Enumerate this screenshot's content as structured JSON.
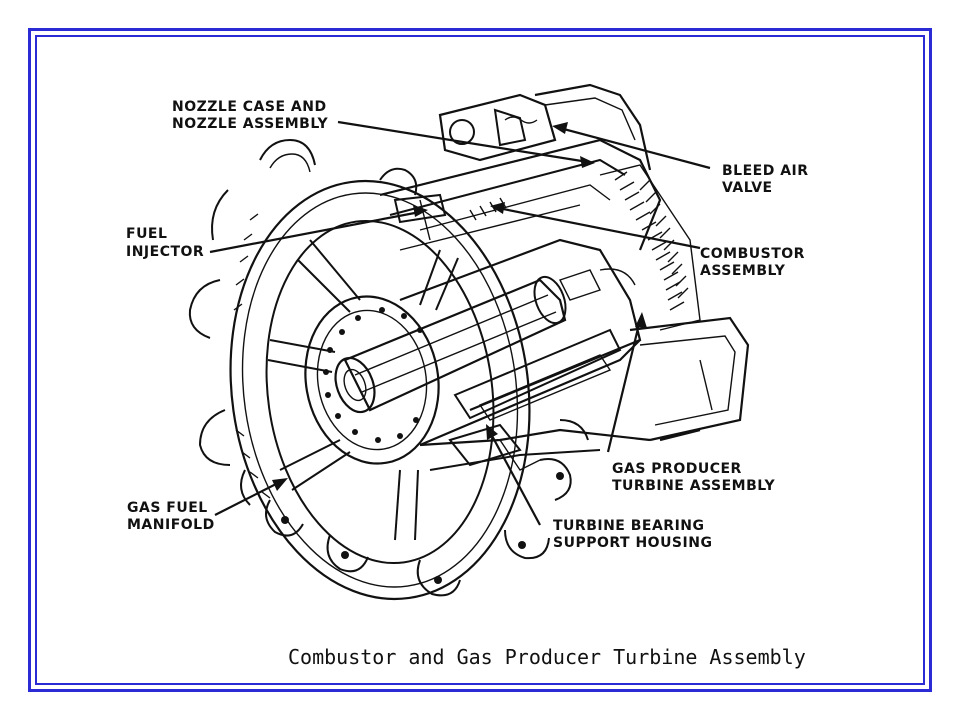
{
  "labels": {
    "nozzle_case_1": "NOZZLE CASE AND",
    "nozzle_case_2": "NOZZLE ASSEMBLY",
    "bleed_air_1": "BLEED AIR",
    "bleed_air_2": "VALVE",
    "fuel_injector_1": "FUEL",
    "fuel_injector_2": "INJECTOR",
    "combustor_1": "COMBUSTOR",
    "combustor_2": "ASSEMBLY",
    "gas_producer_1": "GAS PRODUCER",
    "gas_producer_2": "TURBINE ASSEMBLY",
    "gas_fuel_1": "GAS FUEL",
    "gas_fuel_2": "MANIFOLD",
    "turbine_bearing_1": "TURBINE BEARING",
    "turbine_bearing_2": "SUPPORT HOUSING"
  },
  "caption": "Combustor and Gas Producer Turbine Assembly",
  "colors": {
    "frame": "#2b2bd6",
    "ink": "#111111",
    "background": "#ffffff"
  }
}
